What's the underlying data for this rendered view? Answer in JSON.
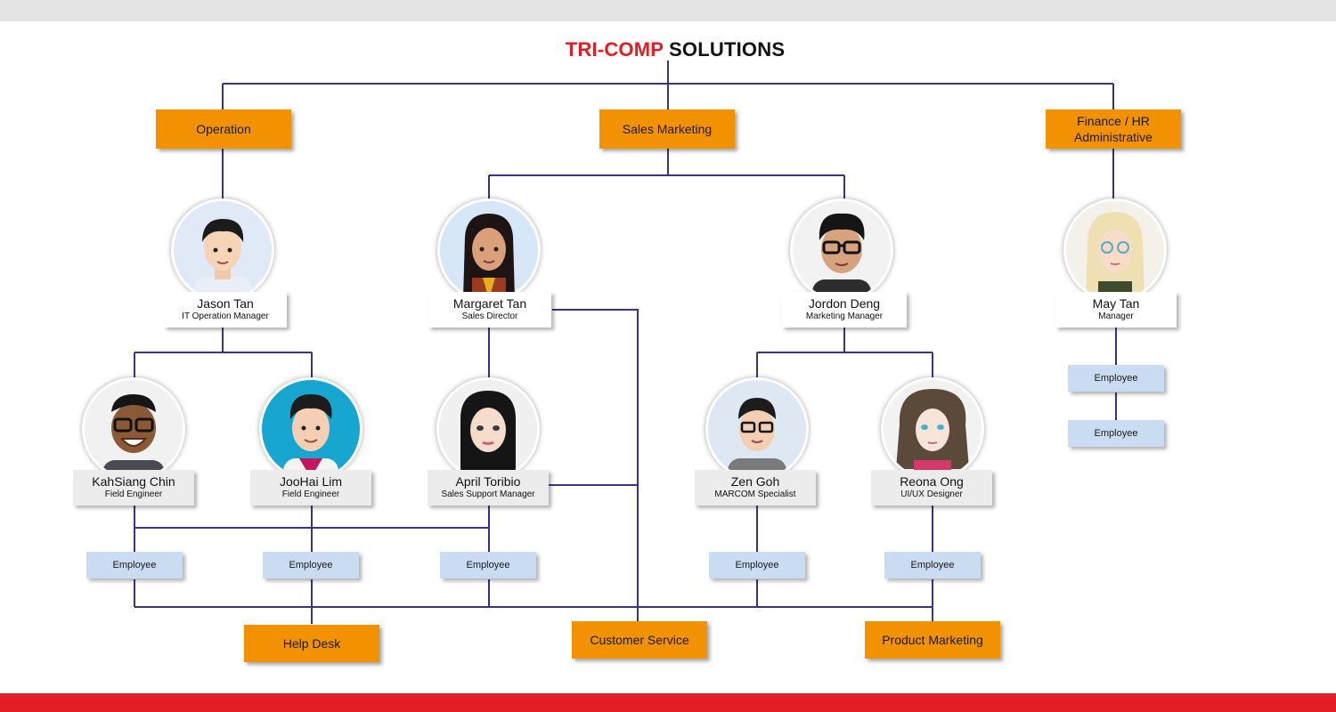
{
  "header": {
    "title_accent": "TRI-COMP",
    "title_rest": " SOLUTIONS"
  },
  "colors": {
    "accent": "#e31d24",
    "department": "#f39200",
    "employee": "#c9dcf2",
    "connector": "#3f2f8a"
  },
  "departments": {
    "operation": "Operation",
    "sales_marketing": "Sales Marketing",
    "finance_line1": "Finance / HR",
    "finance_line2": "Administrative",
    "help_desk": "Help Desk",
    "customer_service": "Customer Service",
    "product_marketing": "Product Marketing"
  },
  "people": {
    "jason": {
      "name": "Jason Tan",
      "role": "IT Operation Manager"
    },
    "margaret": {
      "name": "Margaret Tan",
      "role": "Sales Director"
    },
    "jordon": {
      "name": "Jordon Deng",
      "role": "Marketing Manager"
    },
    "may": {
      "name": "May Tan",
      "role": "Manager"
    },
    "kahsiang": {
      "name": "KahSiang Chin",
      "role": "Field Engineer"
    },
    "joohai": {
      "name": "JooHai Lim",
      "role": "Field Engineer"
    },
    "april": {
      "name": "April Toribio",
      "role": "Sales Support Manager"
    },
    "zen": {
      "name": "Zen Goh",
      "role": "MARCOM Specialist"
    },
    "reona": {
      "name": "Reona Ong",
      "role": "UI/UX Designer"
    }
  },
  "employee_label": "Employee"
}
